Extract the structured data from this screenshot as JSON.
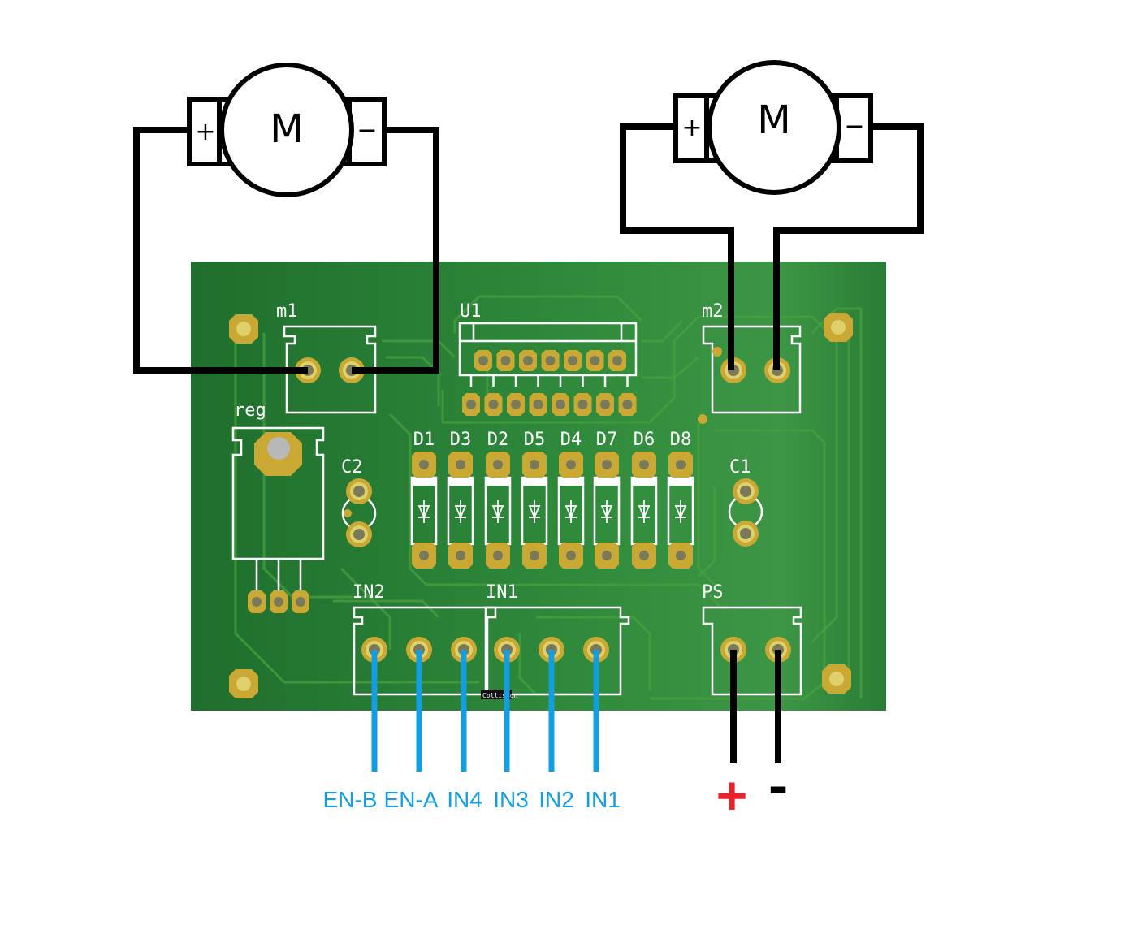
{
  "colors": {
    "board": "#2b7d35",
    "board_dark": "#1e6a2c",
    "pad_ring": "#c9a833",
    "pad_ring_light": "#ded06a",
    "hole": "#7a7a5a",
    "signal_wire": "#139ee2",
    "positive": "#e8222a",
    "wire": "#000000"
  },
  "motors": [
    {
      "symbol": "M",
      "plus": "+",
      "minus": "−"
    },
    {
      "symbol": "M",
      "plus": "+",
      "minus": "−"
    }
  ],
  "components": {
    "m1": "m1",
    "m2": "m2",
    "u1": "U1",
    "reg": "reg",
    "c1": "C1",
    "c2": "C2",
    "in1": "IN1",
    "in2": "IN2",
    "ps": "PS",
    "diodes": [
      "D1",
      "D3",
      "D2",
      "D5",
      "D4",
      "D7",
      "D6",
      "D8"
    ],
    "collision_marker": "Collision"
  },
  "signal_labels": [
    "EN-B",
    "EN-A",
    "IN4",
    "IN3",
    "IN2",
    "IN1"
  ],
  "power_labels": {
    "plus": "+",
    "minus": "-"
  }
}
